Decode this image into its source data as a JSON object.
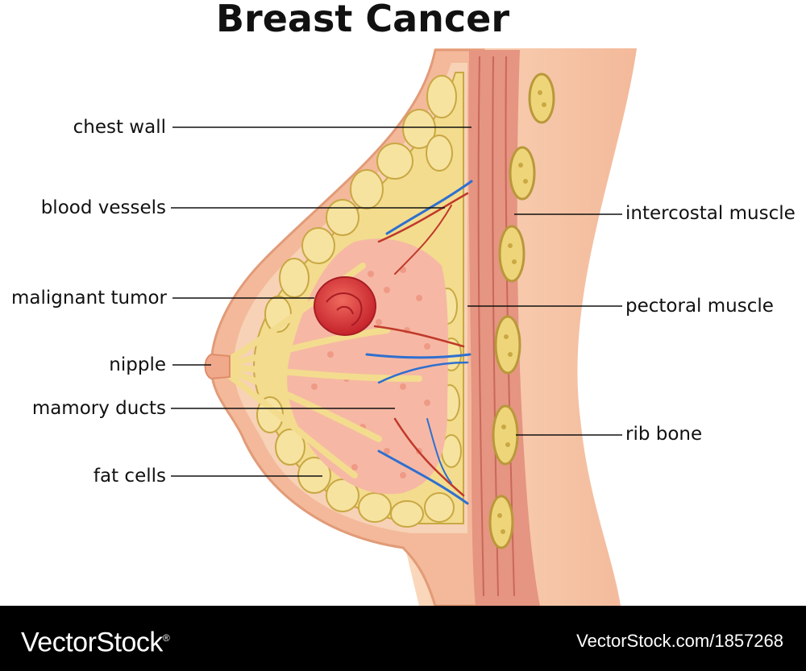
{
  "title": "Breast Cancer",
  "labels": {
    "chest_wall": "chest wall",
    "blood_vessels": "blood vessels",
    "malignant_tumor": "malignant tumor",
    "nipple": "nipple",
    "mamory_ducts": "mamory ducts",
    "fat_cells": "fat cells",
    "intercostal_muscle": "intercostal muscle",
    "pectoral_muscle": "pectoral muscle",
    "rib_bone": "rib bone"
  },
  "colors": {
    "skin": "#f6c3a0",
    "skin_edge": "#e8a07a",
    "fat": "#f3dc8e",
    "fat_edge": "#c9a843",
    "gland": "#f6b8a4",
    "muscle": "#d9786a",
    "tumor": "#e0353a",
    "vein": "#2f6fd0",
    "artery": "#c0392b",
    "bone": "#efd57a"
  },
  "footer": {
    "brand": "VectorStock",
    "brand_mark": "®",
    "reference": "VectorStock.com/1857268"
  }
}
